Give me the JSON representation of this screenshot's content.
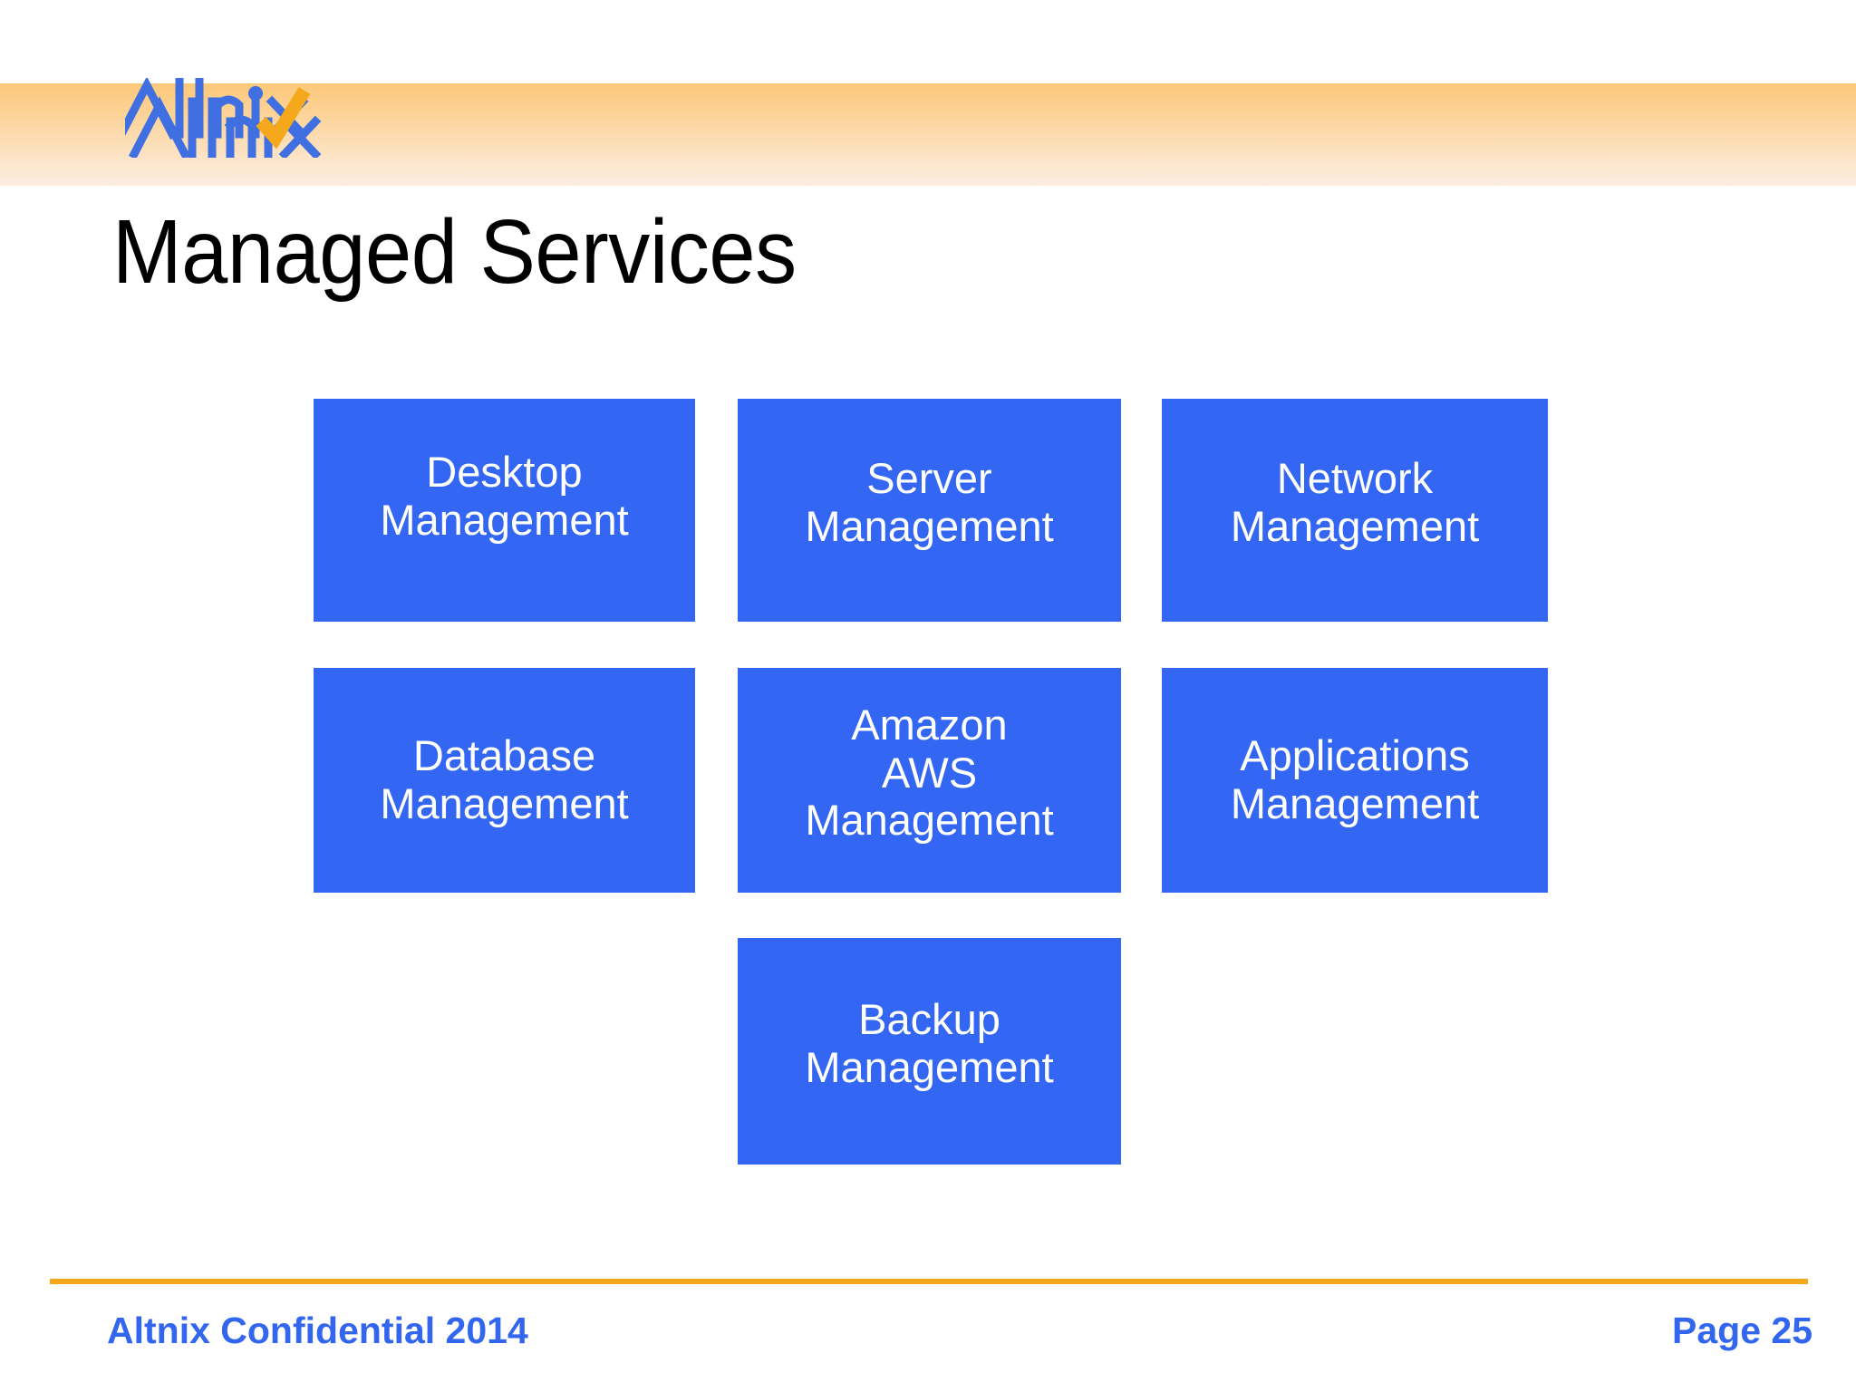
{
  "slide": {
    "title": "Managed Services",
    "logo": {
      "wordmark": "Altnix",
      "wordmark_color": "#3f6fe0",
      "check_color": "#f5a81c"
    },
    "banner": {
      "gradient_top": "#fcc87a",
      "gradient_bottom": "#fdeee1"
    }
  },
  "boxes": {
    "fill_color": "#3366f2",
    "text_color": "#ffffff",
    "items": [
      {
        "id": "desktop-management",
        "lines": [
          "Desktop",
          "Management"
        ]
      },
      {
        "id": "server-management",
        "lines": [
          "Server",
          "Management"
        ]
      },
      {
        "id": "network-management",
        "lines": [
          "Network",
          "Management"
        ]
      },
      {
        "id": "database-management",
        "lines": [
          "Database",
          "Management"
        ]
      },
      {
        "id": "amazon-aws-management",
        "lines": [
          "Amazon",
          "AWS",
          "Management"
        ]
      },
      {
        "id": "applications-management",
        "lines": [
          "Applications",
          "Management"
        ]
      },
      {
        "id": "backup-management",
        "lines": [
          "Backup",
          "Management"
        ]
      }
    ]
  },
  "footer": {
    "confidential": "Altnix Confidential 2014",
    "page": "Page 25",
    "rule_color": "#f5a81c",
    "text_color": "#3366ee"
  }
}
